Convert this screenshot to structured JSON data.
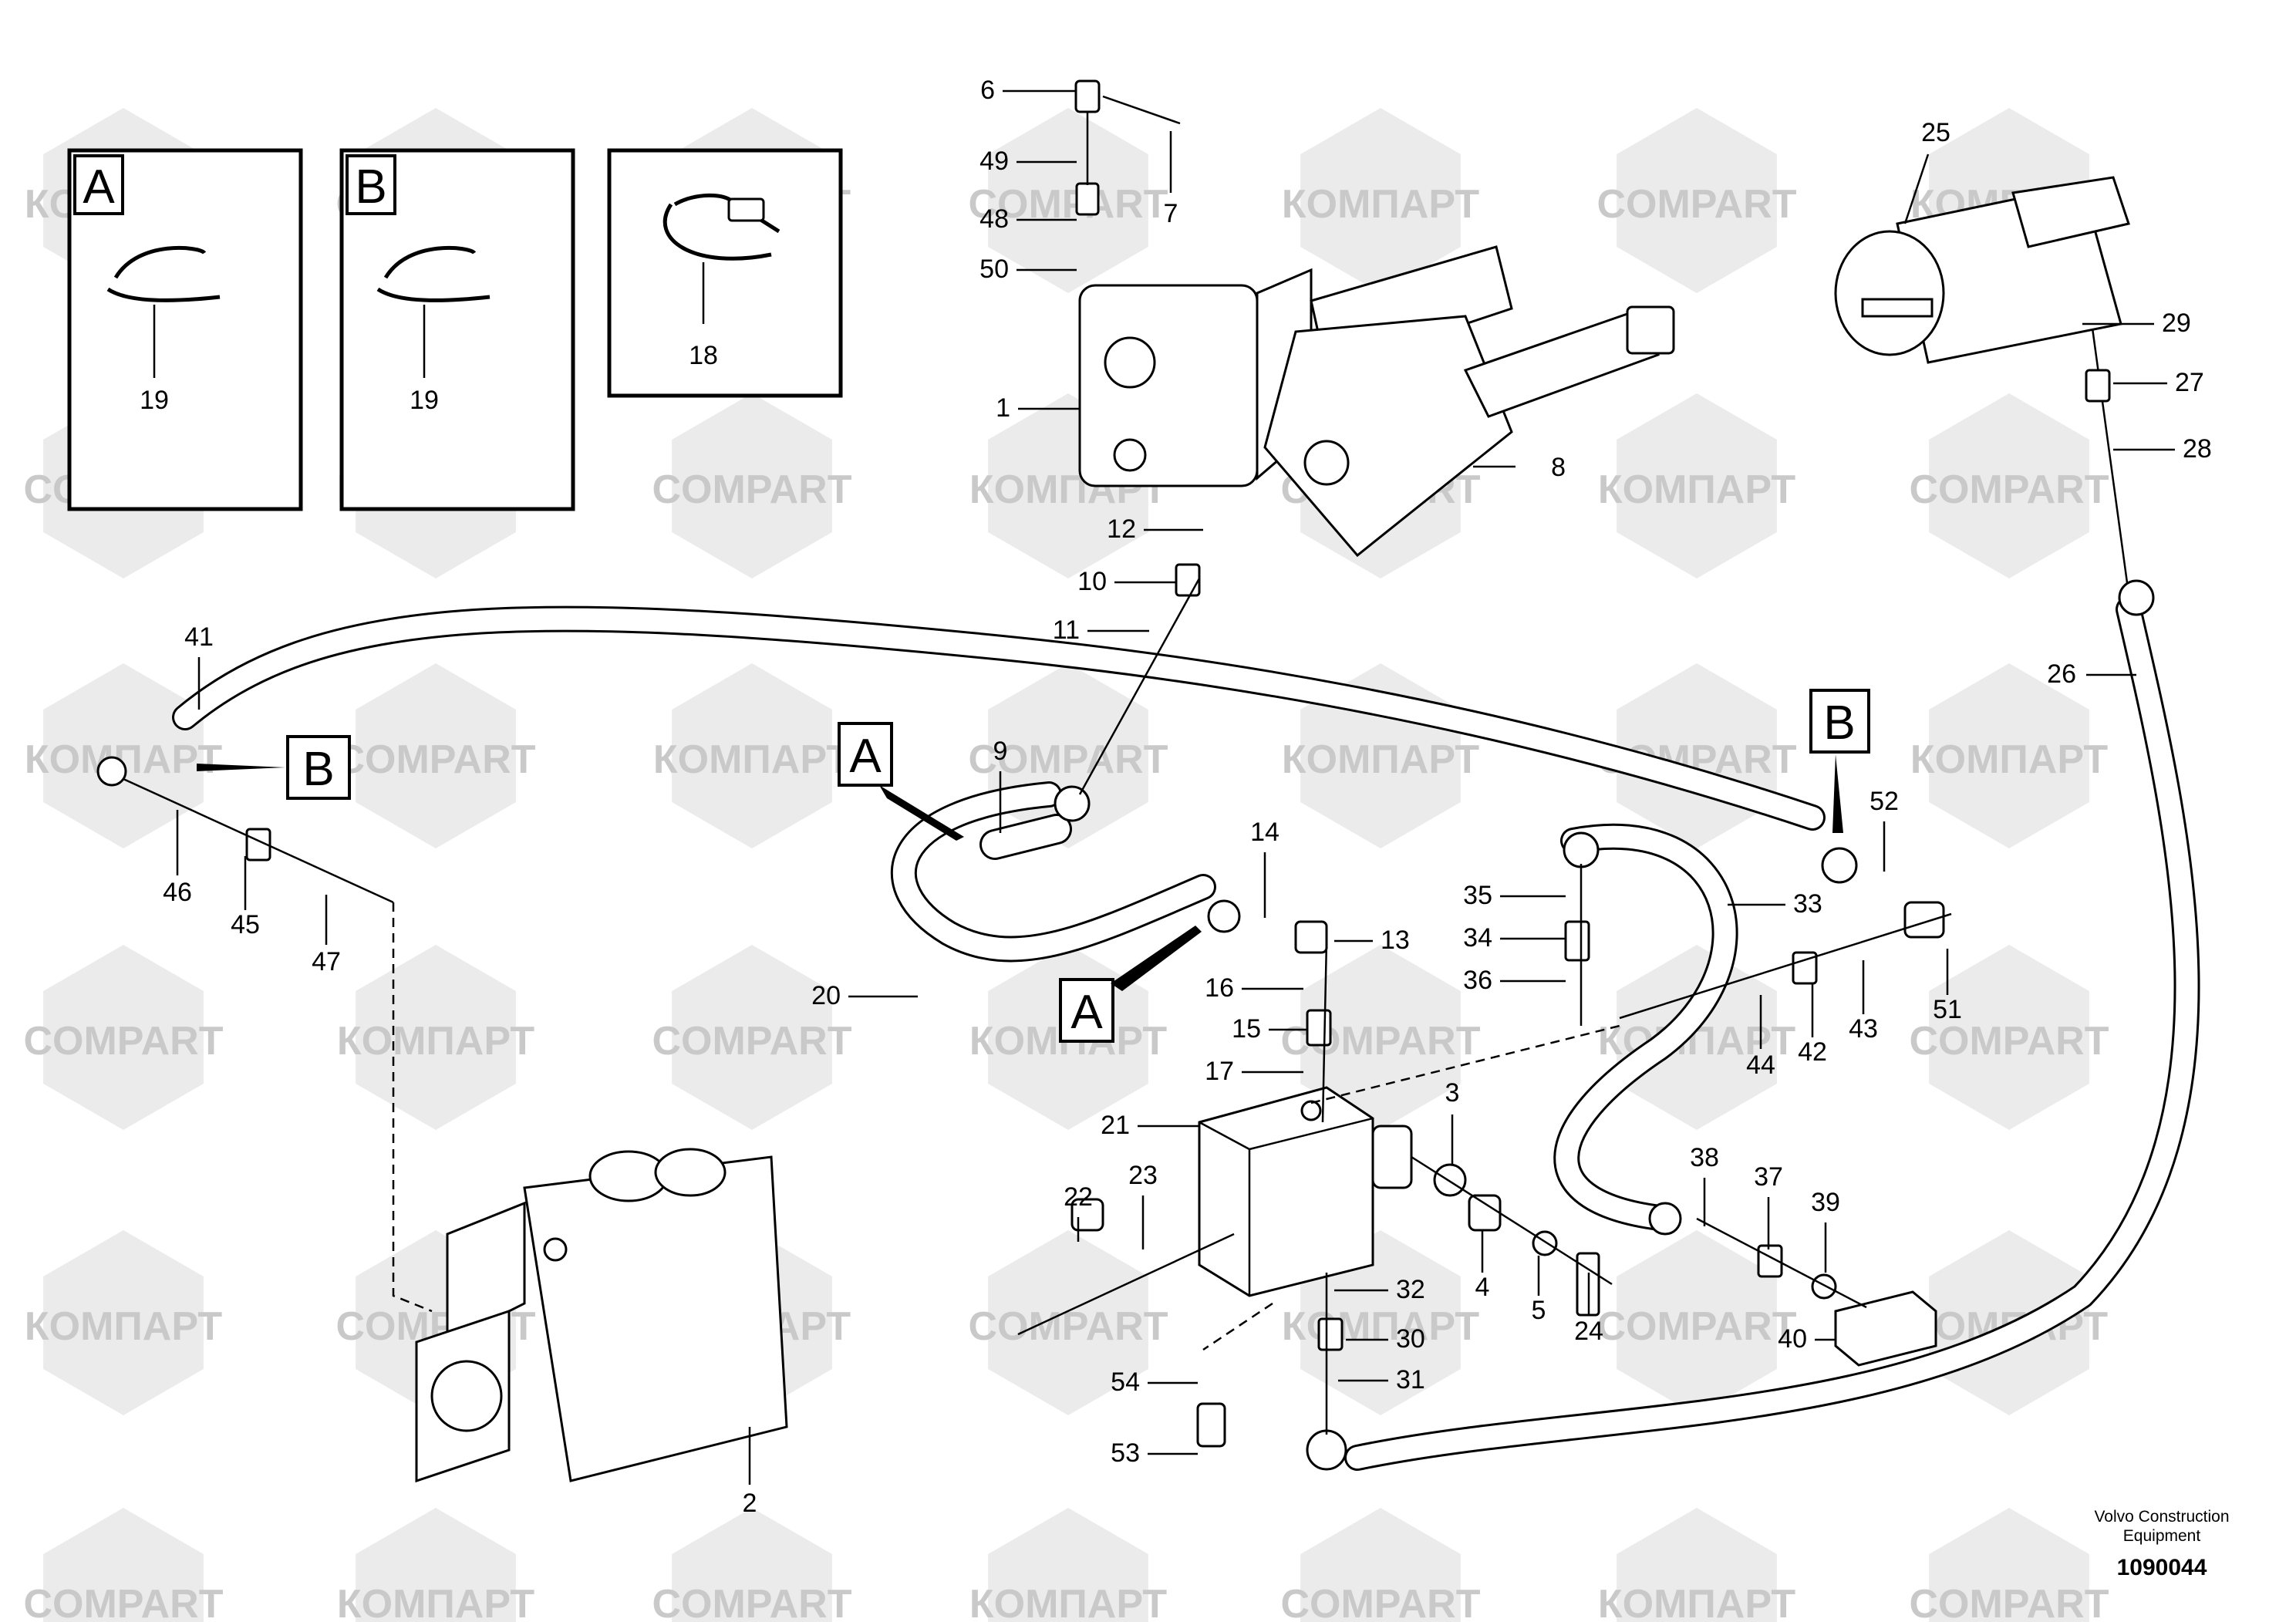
{
  "watermark": {
    "text_latin": "COMPART",
    "text_cyrillic": "КОМПАРТ",
    "color": "#c9c9c9",
    "shape_color": "#ebebeb"
  },
  "detail_boxes": [
    {
      "letter": "A",
      "part": "19"
    },
    {
      "letter": "B",
      "part": "19"
    },
    {
      "letter": "",
      "part": "18"
    }
  ],
  "view_markers": [
    {
      "letter": "A"
    },
    {
      "letter": "A"
    },
    {
      "letter": "B"
    },
    {
      "letter": "B"
    }
  ],
  "part_labels": [
    "1",
    "2",
    "3",
    "4",
    "5",
    "6",
    "7",
    "8",
    "9",
    "10",
    "11",
    "12",
    "13",
    "14",
    "15",
    "16",
    "17",
    "18",
    "19",
    "20",
    "21",
    "22",
    "23",
    "24",
    "25",
    "26",
    "27",
    "28",
    "29",
    "30",
    "31",
    "32",
    "33",
    "34",
    "35",
    "36",
    "37",
    "38",
    "39",
    "40",
    "41",
    "42",
    "43",
    "44",
    "45",
    "46",
    "47",
    "48",
    "49",
    "50",
    "51",
    "52",
    "53",
    "54"
  ],
  "footer": {
    "company_line1": "Volvo Construction",
    "company_line2": "Equipment",
    "drawing_number": "1090044"
  }
}
